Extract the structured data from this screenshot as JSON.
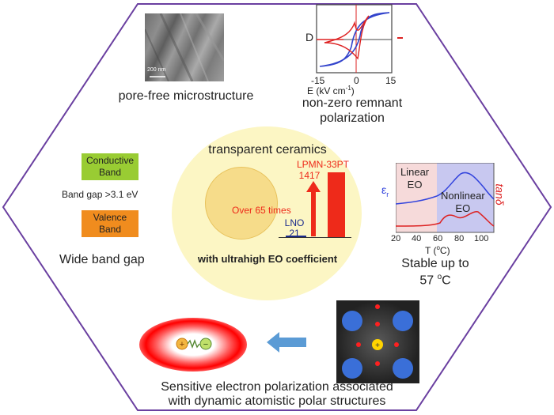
{
  "top_left": {
    "scale_bar": "200 nm",
    "caption": "pore-free microstructure"
  },
  "top_right": {
    "y_label": "D",
    "x_ticks": [
      "-15",
      "0",
      "15"
    ],
    "x_label": "E (kV cm",
    "x_label_sup": "-1",
    "x_label_end": ")",
    "caption_line1": "non-zero remnant",
    "caption_line2": "polarization",
    "colors": {
      "blue": "#3344cc",
      "red": "#dd2222"
    }
  },
  "center": {
    "title": "transparent ceramics",
    "ratio_label": "Over 65 times",
    "lpmn_label": "LPMN-33PT",
    "lpmn_value": "1417",
    "lno_label": "LNO",
    "lno_value": "21",
    "footer": "with ultrahigh EO coefficient",
    "bar_data": [
      {
        "name": "LNO",
        "value": 21
      },
      {
        "name": "LPMN-33PT",
        "value": 1417
      }
    ],
    "colors": {
      "disc": "#fcf6c4",
      "bar": "#ee2a1a",
      "circle": "#f6dc8a"
    }
  },
  "left": {
    "conductive_line1": "Conductive",
    "conductive_line2": "Band",
    "gap_text": "Band gap >3.1 eV",
    "valence_line1": "Valence",
    "valence_line2": "Band",
    "caption": "Wide band gap",
    "colors": {
      "conductive": "#99cc33",
      "valence": "#f08c1e"
    }
  },
  "right": {
    "linear_line1": "Linear",
    "linear_line2": "EO",
    "nonlinear_line1": "Nonlinear",
    "nonlinear_line2": "EO",
    "y_label_left": "ε",
    "y_label_left_sub": "r",
    "y_label_right": "tanδ",
    "x_ticks": [
      "20",
      "40",
      "60",
      "80",
      "100"
    ],
    "x_label": "T (",
    "x_label_sup": "o",
    "x_label_end": "C)",
    "caption_line1": "Stable up to",
    "caption_line2_value": "57 ",
    "caption_line2_sup": "o",
    "caption_line2_unit": "C",
    "colors": {
      "linear_bg": "#f6dada",
      "nonlinear_bg": "#c8c8f0",
      "blue": "#3344dd",
      "red": "#dd2222"
    }
  },
  "bottom": {
    "caption_line1": "Sensitive electron  polarization associated",
    "caption_line2": "with dynamic atomistic polar structures",
    "colors": {
      "arrow": "#5b9bd5",
      "glow": "#ff0000",
      "atom": "#3a6fd8",
      "dot": "#ff2020",
      "center_atom": "#ffd400"
    }
  }
}
